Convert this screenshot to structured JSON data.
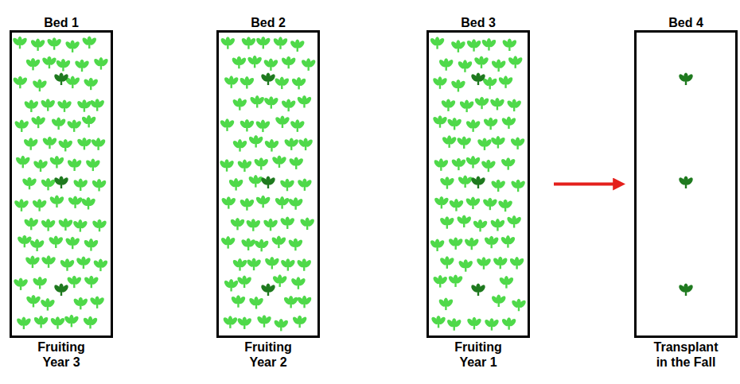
{
  "diagram": {
    "nodes": [
      {
        "text": [
          "Bed 1",
          "Fruiting Year 3"
        ]
      },
      {
        "text": [
          "Bed 2",
          "Fruiting Year 2"
        ]
      },
      {
        "text": [
          "Bed 3",
          "Fruiting Year 1"
        ]
      },
      {
        "text": [
          "Bed 4",
          "Transplant in the Fall"
        ]
      }
    ],
    "edges": [
      {
        "from": 2,
        "to": 3,
        "arrow": "to"
      }
    ]
  }
}
